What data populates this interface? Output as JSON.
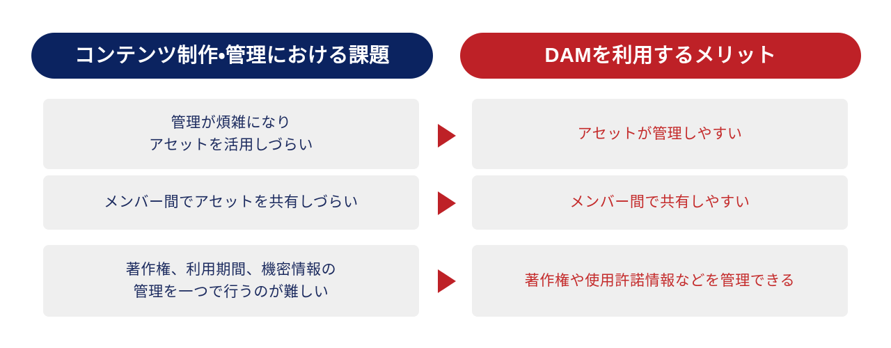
{
  "headers": {
    "left": "コンテンツ制作・管理における課題",
    "right": "DAMを利用するメリット"
  },
  "colors": {
    "navy": "#0B2360",
    "red": "#BE2127",
    "box_bg": "#EFEFEF",
    "left_text": "#1B2A5E",
    "right_text": "#C42B2B",
    "page_bg": "#FFFFFF"
  },
  "rows": [
    {
      "left_lines": [
        "管理が煩雑になり",
        "アセットを活用しづらい"
      ],
      "arrow": "right-triangle-icon",
      "right_lines": [
        "アセットが管理しやすい"
      ]
    },
    {
      "left_lines": [
        "メンバー間でアセットを共有しづらい"
      ],
      "arrow": "right-triangle-icon",
      "right_lines": [
        "メンバー間で共有しやすい"
      ]
    },
    {
      "left_lines": [
        "著作権、利用期間、機密情報の",
        "管理を一つで行うのが難しい"
      ],
      "arrow": "right-triangle-icon",
      "right_lines": [
        "著作権や使用許諾情報などを管理できる"
      ]
    }
  ]
}
